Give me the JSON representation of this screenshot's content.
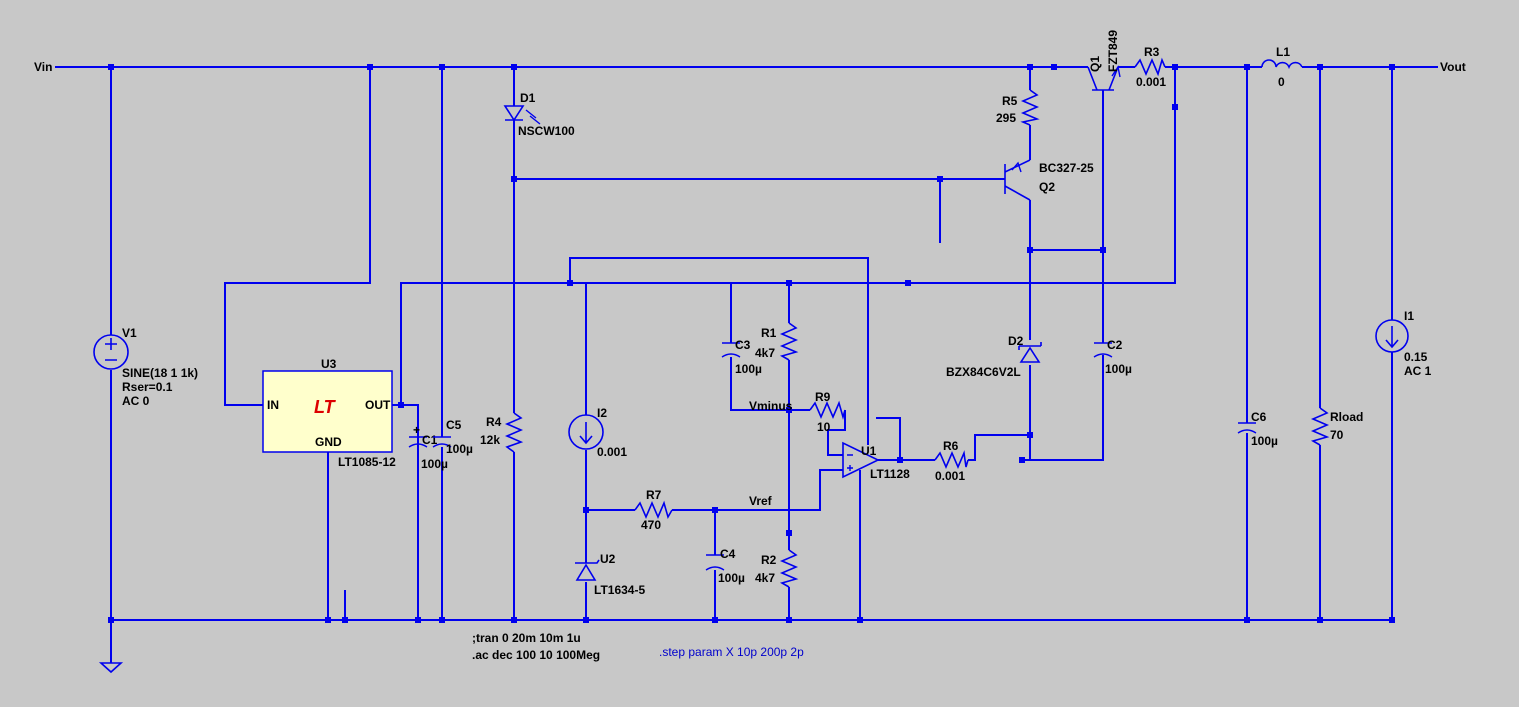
{
  "nets": {
    "vin": "Vin",
    "vout": "Vout",
    "vminus": "Vminus",
    "vref": "Vref"
  },
  "components": {
    "V1": {
      "ref": "V1",
      "value": "SINE(18 1 1k)",
      "rser": "Rser=0.1",
      "ac": "AC 0"
    },
    "U3": {
      "ref": "U3",
      "part": "LT1085-12",
      "pin_in": "IN",
      "pin_out": "OUT",
      "pin_gnd": "GND",
      "logo": "LT"
    },
    "C1": {
      "ref": "C1",
      "value": "100µ"
    },
    "C5": {
      "ref": "C5",
      "value": "100µ"
    },
    "D1": {
      "ref": "D1",
      "part": "NSCW100"
    },
    "R4": {
      "ref": "R4",
      "value": "12k"
    },
    "I2": {
      "ref": "I2",
      "value": "0.001"
    },
    "U2": {
      "ref": "U2",
      "part": "LT1634-5"
    },
    "R7": {
      "ref": "R7",
      "value": "470"
    },
    "C4": {
      "ref": "C4",
      "value": "100µ"
    },
    "C3": {
      "ref": "C3",
      "value": "100µ"
    },
    "R1": {
      "ref": "R1",
      "value": "4k7"
    },
    "R2": {
      "ref": "R2",
      "value": "4k7"
    },
    "R9": {
      "ref": "R9",
      "value": "10"
    },
    "U1": {
      "ref": "U1",
      "part": "LT1128"
    },
    "R6": {
      "ref": "R6",
      "value": "0.001"
    },
    "R5": {
      "ref": "R5",
      "value": "295"
    },
    "Q2": {
      "ref": "Q2",
      "part": "BC327-25"
    },
    "D2": {
      "ref": "D2",
      "part": "BZX84C6V2L"
    },
    "Q1": {
      "ref": "Q1",
      "part": "FZT849"
    },
    "R3": {
      "ref": "R3",
      "value": "0.001"
    },
    "C2": {
      "ref": "C2",
      "value": "100µ"
    },
    "L1": {
      "ref": "L1",
      "value": "0"
    },
    "C6": {
      "ref": "C6",
      "value": "100µ"
    },
    "Rload": {
      "ref": "Rload",
      "value": "70"
    },
    "I1": {
      "ref": "I1",
      "value": "0.15",
      "ac": "AC 1"
    }
  },
  "directives": {
    "tran": ";tran 0 20m 10m 1u",
    "ac": ".ac dec 100 10 100Meg",
    "step": ".step param X 10p 200p 2p"
  },
  "colors": {
    "background": "#c8c8c8",
    "wire": "#0000ee",
    "ic_body": "#ffffcc",
    "logo": "#dd0000",
    "directive_blue": "#0000cc"
  }
}
